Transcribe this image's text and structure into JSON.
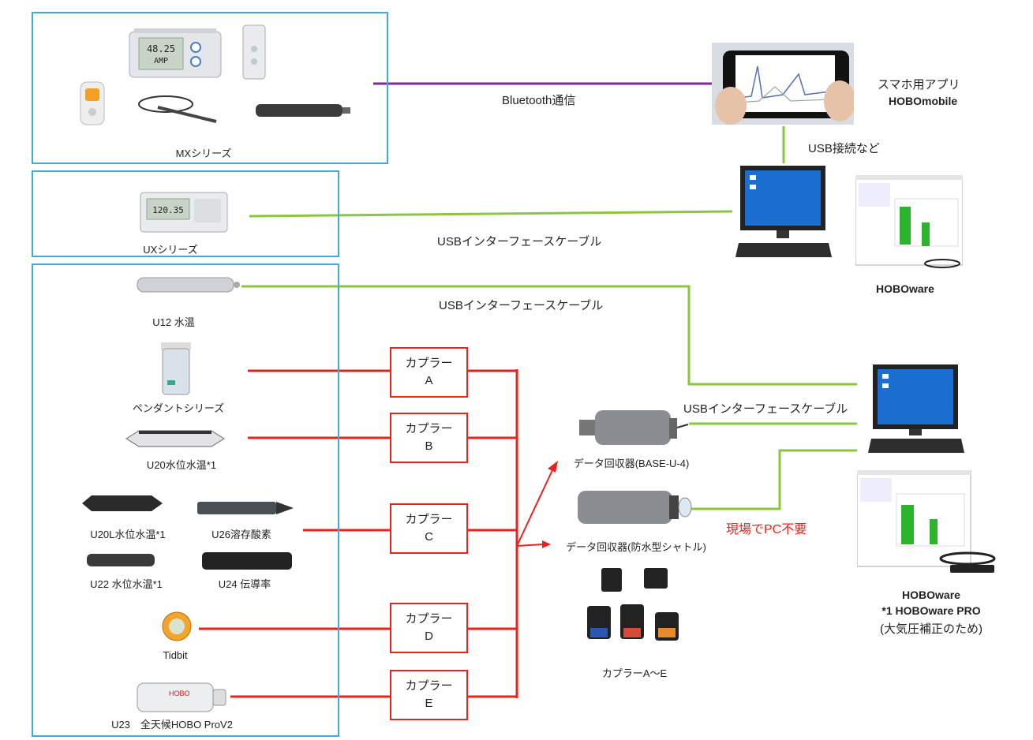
{
  "groups": {
    "mx": {
      "label": "MXシリーズ"
    },
    "ux": {
      "label": "UXシリーズ"
    }
  },
  "devices": {
    "u12": "U12 水温",
    "pendant": "ペンダントシリーズ",
    "u20": "U20水位水温*1",
    "u20l": "U20L水位水温*1",
    "u26": "U26溶存酸素",
    "u22": "U22 水位水温*1",
    "u24": "U24 伝導率",
    "tidbit": "Tidbit",
    "u23": "U23　全天候HOBO ProV2"
  },
  "device_screens": {
    "mx_display_value": "48.25",
    "mx_display_unit": "AMP",
    "ux_display_value": "120.35"
  },
  "couplers": [
    {
      "name": "カプラー",
      "letter": "A"
    },
    {
      "name": "カプラー",
      "letter": "B"
    },
    {
      "name": "カプラー",
      "letter": "C"
    },
    {
      "name": "カプラー",
      "letter": "D"
    },
    {
      "name": "カプラー",
      "letter": "E"
    }
  ],
  "connections": {
    "bluetooth": "Bluetooth通信",
    "usb_cable_ux": "USBインターフェースケーブル",
    "usb_cable_u12": "USBインターフェースケーブル",
    "usb_cable_base": "USBインターフェースケーブル",
    "usb_etc": "USB接続など",
    "no_pc": "現場でPC不要"
  },
  "readers": {
    "base": "データ回収器(BASE-U-4)",
    "shuttle": "データ回収器(防水型シャトル)",
    "couplers": "カプラーA～E"
  },
  "software": {
    "app_line1": "スマホ用アプリ",
    "app_line2": "HOBOmobile",
    "hoboware_top": "HOBOware",
    "hoboware_bottom_1": "HOBOware",
    "hoboware_bottom_2": "*1 HOBOware PRO",
    "hoboware_bottom_3": "(大気圧補正のため)"
  },
  "colors": {
    "group_border": "#3fa9e0",
    "bluetooth_line": "#7b2d8e",
    "usb_line": "#8cc63f",
    "coupler_line": "#e8231d"
  }
}
